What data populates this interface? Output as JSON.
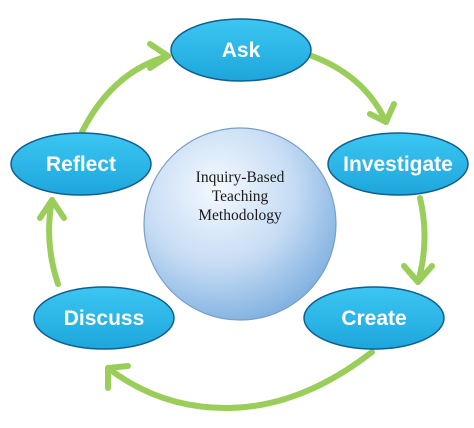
{
  "diagram": {
    "center": {
      "lines": [
        "Inquiry-Based",
        "Teaching",
        "Methodology"
      ]
    },
    "nodes": [
      {
        "id": "ask",
        "label": "Ask"
      },
      {
        "id": "investigate",
        "label": "Investigate"
      },
      {
        "id": "create",
        "label": "Create"
      },
      {
        "id": "discuss",
        "label": "Discuss"
      },
      {
        "id": "reflect",
        "label": "Reflect"
      }
    ],
    "colors": {
      "node_fill": "#29b6e8",
      "node_stroke": "#0f5f8f",
      "arrow": "#9acd5a",
      "center_fill_light": "#eef6fd",
      "center_fill_dark": "#7fb0e0",
      "center_stroke": "#7a9ec4"
    }
  }
}
